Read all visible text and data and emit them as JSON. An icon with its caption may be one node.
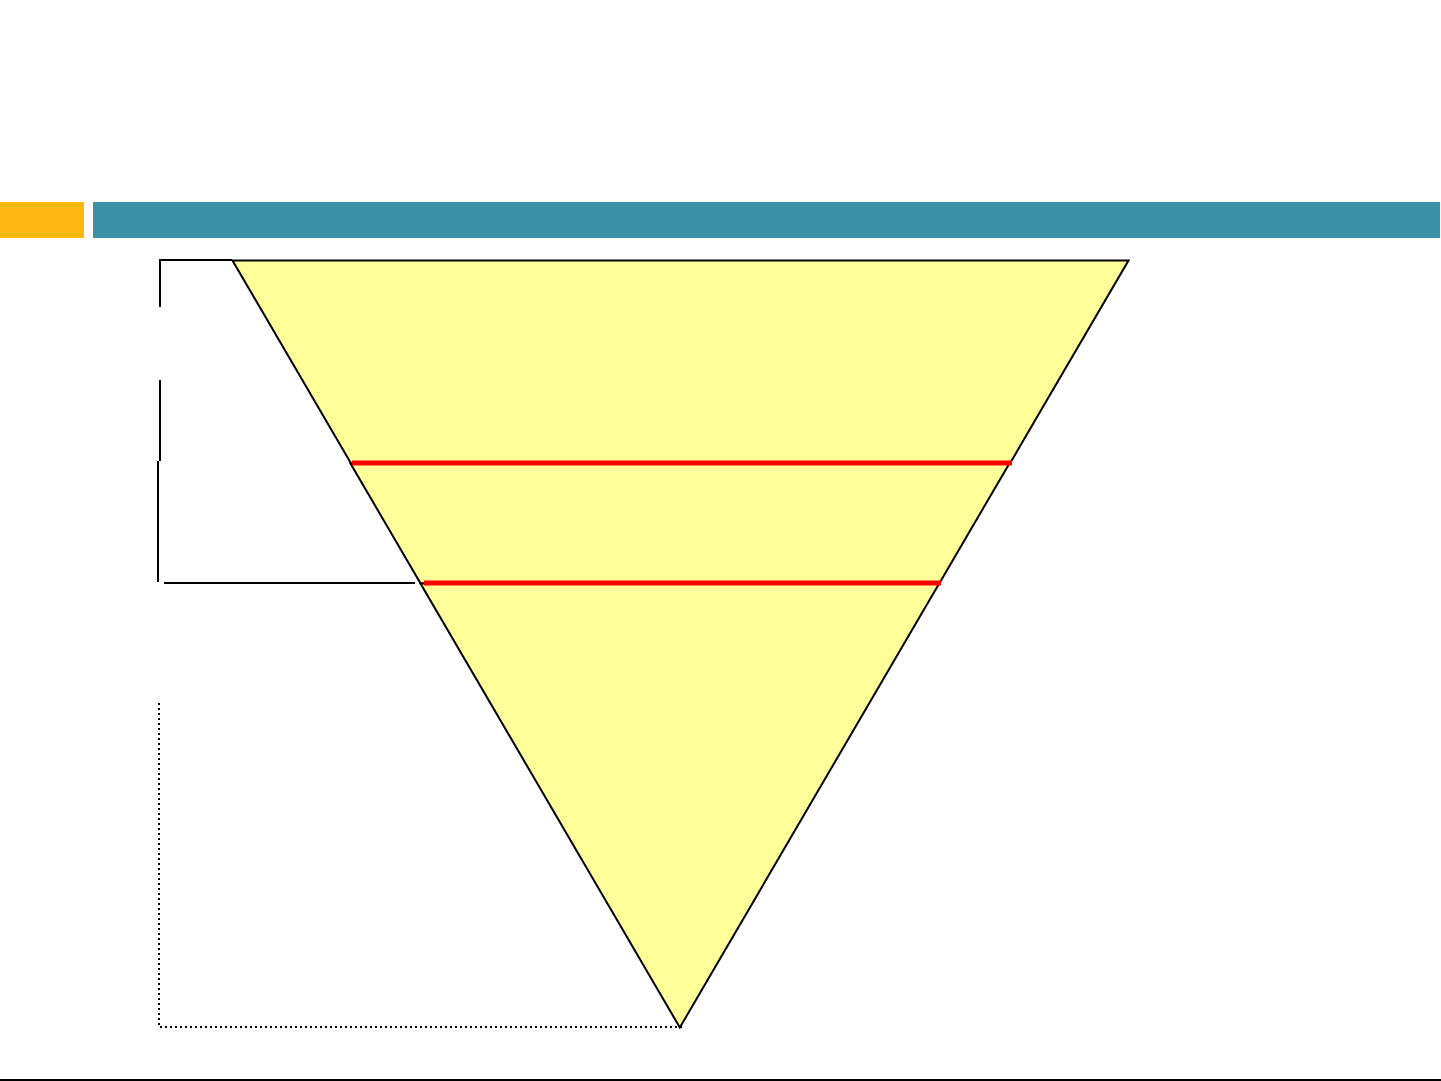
{
  "diagram": {
    "nodes": [
      {
        "text": [],
        "shape": "trapezoid"
      },
      {
        "text": [],
        "shape": "trapezoid"
      },
      {
        "text": [],
        "shape": "triangle"
      }
    ]
  }
}
